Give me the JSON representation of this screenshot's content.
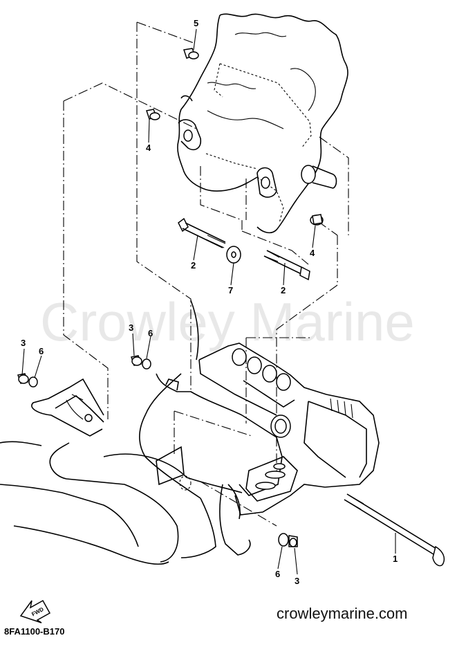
{
  "watermark": "Crowley Marine",
  "site_url": "crowleymarine.com",
  "diagram_code": "8FA1100-B170",
  "fwd_label": "FWD",
  "callouts": [
    {
      "id": "c5",
      "text": "5"
    },
    {
      "id": "c4a",
      "text": "4"
    },
    {
      "id": "c4b",
      "text": "4"
    },
    {
      "id": "c2a",
      "text": "2"
    },
    {
      "id": "c7",
      "text": "7"
    },
    {
      "id": "c2b",
      "text": "2"
    },
    {
      "id": "c3a",
      "text": "3"
    },
    {
      "id": "c6a",
      "text": "6"
    },
    {
      "id": "c3b",
      "text": "3"
    },
    {
      "id": "c6b",
      "text": "6"
    },
    {
      "id": "c1",
      "text": "1"
    },
    {
      "id": "c6c",
      "text": "6"
    },
    {
      "id": "c3c",
      "text": "3"
    }
  ]
}
